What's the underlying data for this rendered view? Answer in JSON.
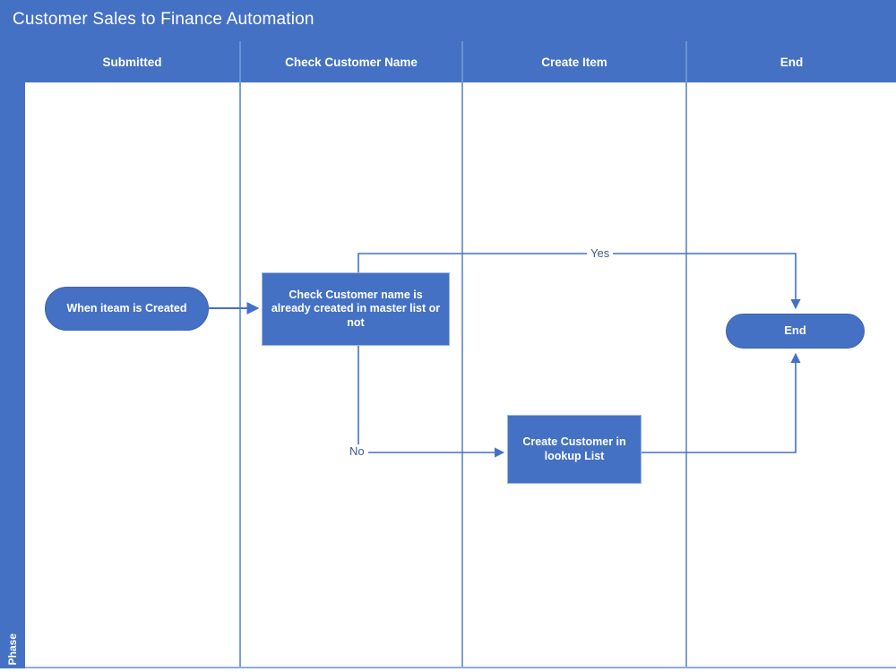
{
  "diagram": {
    "title": "Customer Sales to Finance Automation",
    "phase_label": "Phase",
    "type": "cross-functional-flowchart",
    "colors": {
      "header_fill": "#4471c4",
      "node_fill": "#4471c4",
      "node_text": "#ffffff",
      "lane_separator": "#7a9fd8",
      "connector": "#4471c4",
      "edge_label_text": "#3c5a94",
      "canvas": "#ffffff"
    },
    "lanes": [
      {
        "id": "lane-submitted",
        "label": "Submitted"
      },
      {
        "id": "lane-check-customer-name",
        "label": "Check Customer Name"
      },
      {
        "id": "lane-create-item",
        "label": "Create Item"
      },
      {
        "id": "lane-end",
        "label": "End"
      }
    ],
    "nodes": [
      {
        "id": "node-start",
        "shape": "terminator",
        "lane": "Submitted",
        "text": "When iteam is Created"
      },
      {
        "id": "node-check",
        "shape": "process",
        "lane": "Check Customer Name",
        "text": "Check  Customer name is already created in master list or not"
      },
      {
        "id": "node-create",
        "shape": "process",
        "lane": "Create Item",
        "text": "Create Customer in lookup List"
      },
      {
        "id": "node-end",
        "shape": "terminator",
        "lane": "End",
        "text": "End"
      }
    ],
    "edges": [
      {
        "id": "edge-start-to-check",
        "from": "node-start",
        "to": "node-check",
        "label": ""
      },
      {
        "id": "edge-check-yes-end",
        "from": "node-check",
        "to": "node-end",
        "label": "Yes"
      },
      {
        "id": "edge-check-no-create",
        "from": "node-check",
        "to": "node-create",
        "label": "No"
      },
      {
        "id": "edge-create-to-end",
        "from": "node-create",
        "to": "node-end",
        "label": ""
      }
    ],
    "edge_labels": {
      "yes": "Yes",
      "no": "No"
    }
  }
}
